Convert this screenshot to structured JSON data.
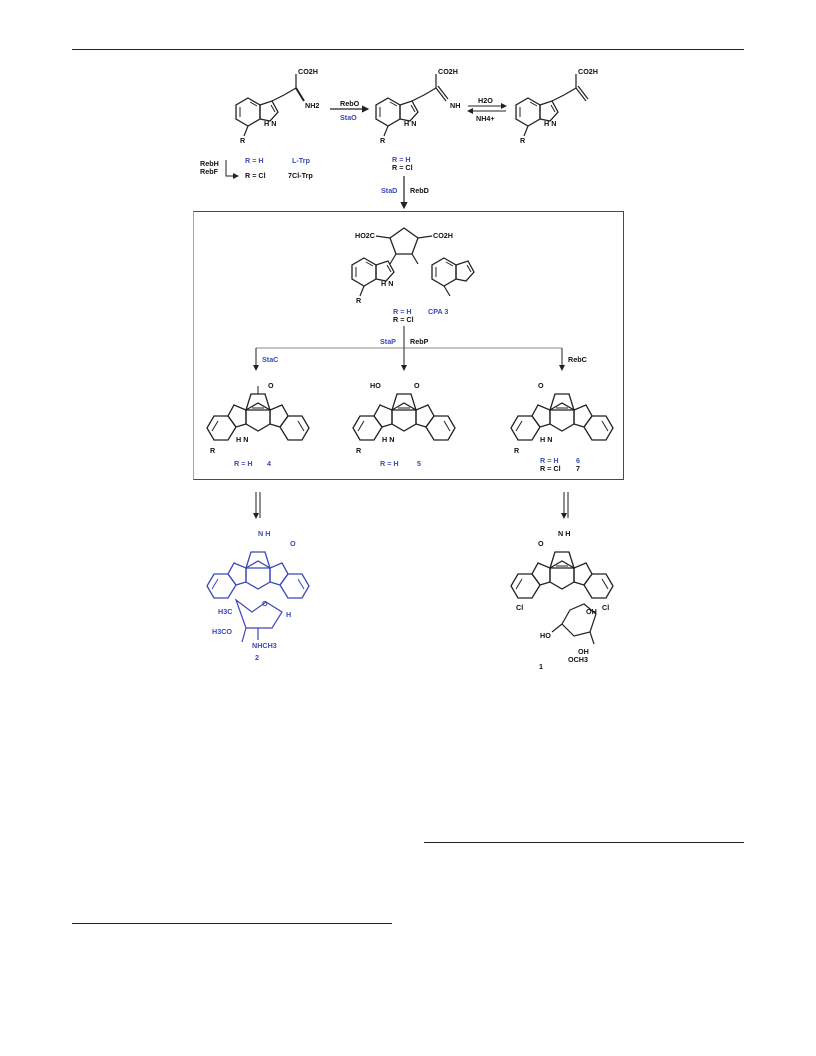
{
  "scheme": {
    "trp": {
      "carboxyl": "CO2H",
      "amine": "NH2",
      "nh": "H N",
      "r": "R"
    },
    "imine": {
      "carboxyl": "CO2H",
      "imine": "NH",
      "nh": "H N",
      "r": "R"
    },
    "ketoacid": {
      "carboxyl": "CO2H",
      "nh": "H N",
      "r": "R"
    },
    "step1": {
      "top": "RebO",
      "bottom": "StaO"
    },
    "step2": {
      "top": "H2O",
      "bottom": "NH4+"
    },
    "halogenases": {
      "a": "RebH",
      "b": "RebF"
    },
    "trp_variants": {
      "h": "R = H",
      "h_name": "L-Trp",
      "cl": "R = Cl",
      "cl_name": "7Cl-Trp"
    },
    "imine_variants": {
      "h": "R = H",
      "cl": "R = Cl"
    },
    "step3": {
      "left": "StaD",
      "right": "RebD"
    },
    "cpa": {
      "left_acid": "HO2C",
      "right_acid": "CO2H",
      "h": "R = H",
      "name": "CPA 3",
      "cl": "R = Cl",
      "nh": "H N",
      "r": "R"
    },
    "branch": {
      "left": "StaP",
      "right": "RebP",
      "a": "StaC",
      "b": "RebC"
    },
    "cmpd4": {
      "label": "R = H",
      "num": "4",
      "carbonyl": "O",
      "nh": "H N",
      "r": "R"
    },
    "cmpd5": {
      "label": "R = H",
      "num": "5",
      "hydroxy": "HO",
      "carbonyl": "O",
      "nh": "H N",
      "r": "R"
    },
    "cmpd67": {
      "h": "R = H",
      "num6": "6",
      "cl": "R = Cl",
      "num7": "7",
      "carbonyl": "O",
      "nh": "H N",
      "r": "R"
    },
    "staurosporine": {
      "num": "2",
      "methyl": "H3C",
      "methoxy": "H3CO",
      "amine": "NHCH3",
      "h": "H",
      "o": "O",
      "nh": "N H",
      "carbonyl": "O"
    },
    "rebeccamycin": {
      "num": "1",
      "cl": "Cl",
      "oh": "OH",
      "ho": "HO",
      "och3": "OCH3",
      "carbonyl": "O",
      "nh": "N H"
    }
  },
  "colors": {
    "enzyme_sta": "#3a49b8",
    "box_border": "#b8182a"
  }
}
